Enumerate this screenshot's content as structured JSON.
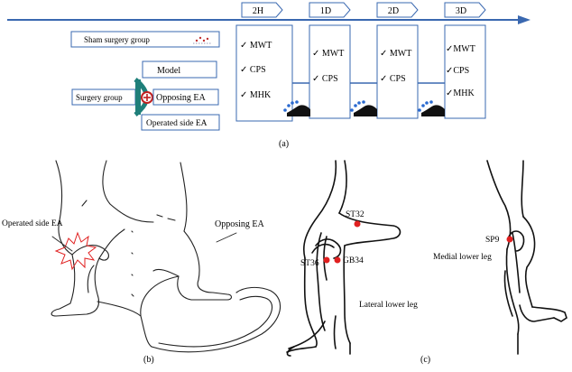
{
  "timeline": {
    "time_points": [
      "2H",
      "1D",
      "2D",
      "3D"
    ],
    "sham_label": "Sham surgery group",
    "model_label": "Model",
    "surgery_label": "Surgery group",
    "opposing_label": "Opposing EA",
    "operated_label": "Operated side EA",
    "tests": [
      [
        "✓ MWT",
        "✓ CPS",
        "✓ MHK"
      ],
      [
        "✓ MWT",
        "✓ CPS"
      ],
      [
        "✓ MWT",
        "✓ CPS"
      ],
      [
        "✓MWT",
        "✓CPS",
        "✓MHK"
      ]
    ],
    "accent_color": "#3a68b0",
    "panel_label": "(a)"
  },
  "rat": {
    "operated_label": "Operated side EA",
    "opposing_label": "Opposing EA",
    "panel_label": "(b)"
  },
  "legs": {
    "acupoints_left": [
      "ST32",
      "ST36",
      "GB34"
    ],
    "lateral_label": "Lateral lower leg",
    "acupoints_right": [
      "SP9"
    ],
    "medial_label": "Medial lower leg",
    "point_color": "#e02020",
    "panel_label": "(c)"
  }
}
